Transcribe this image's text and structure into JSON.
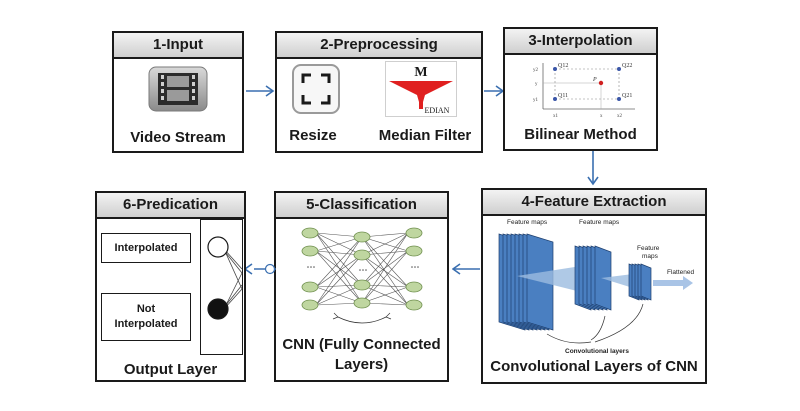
{
  "stages": {
    "input": {
      "title": "1-Input",
      "caption": "Video Stream"
    },
    "preprocessing": {
      "title": "2-Preprocessing",
      "resize_caption": "Resize",
      "median_caption": "Median Filter",
      "median_logo_top": "M",
      "median_logo_bottom": "EDIAN"
    },
    "interpolation": {
      "title": "3-Interpolation",
      "caption": "Bilinear Method",
      "labels": {
        "q12": "Q12",
        "q22": "Q22",
        "q11": "Q11",
        "q21": "Q21",
        "p": "P",
        "y2": "y2",
        "y": "y",
        "y1": "y1",
        "x1": "x1",
        "x": "x",
        "x2": "x2"
      }
    },
    "feature_extraction": {
      "title": "4-Feature Extraction",
      "caption": "Convolutional Layers of  CNN",
      "fm1": "Feature maps",
      "fm2": "Feature maps",
      "fm3a": "Feature",
      "fm3b": "maps",
      "flattened": "Flattened",
      "conv_layers": "Convolutional layers"
    },
    "classification": {
      "title": "5-Classification",
      "caption_line1": "CNN (Fully Connected",
      "caption_line2": "Layers)"
    },
    "predication": {
      "title": "6-Predication",
      "caption": "Output Layer",
      "interpolated": "Interpolated",
      "not_line1": "Not",
      "not_line2": "Interpolated"
    }
  },
  "colors": {
    "arrow": "#3a6fb0",
    "node_fill": "#bfd6a0",
    "node_stroke": "#6f8f4e",
    "median_red": "#e02020",
    "border": "#1a1a1a"
  }
}
